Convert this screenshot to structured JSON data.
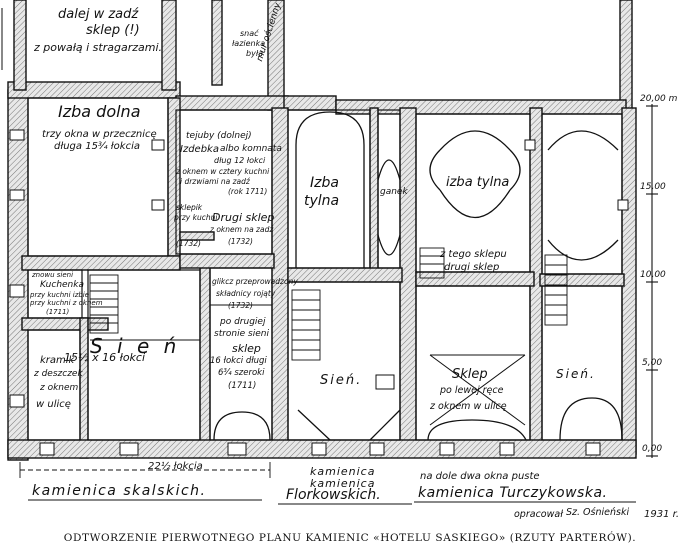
{
  "labels": {
    "dalej_w_zadz": "dalej w zadź",
    "sklep_q": "sklep (!)",
    "z_powala": "z powałą i stragarzami.",
    "snac": "snać",
    "lazienka": "łazienka",
    "byla": "była",
    "mur_ascienny": "mur ościenny",
    "izba_dolna": "Izba dolna",
    "trzy_okna_1": "trzy okna w przecznicę",
    "trzy_okna_2": "długa 15¾ łokcia",
    "tejuby": "tejuby (dolnej)",
    "izdebka": "Izdebka",
    "albo_komnata": "albo komnata",
    "dlug_12": "dług 12 łokci",
    "z_oknem_kuchni": "z oknem w cztery kuchni",
    "i_drzwiami": "i drzwiami na zadź",
    "rok_1711a": "(rok 1711)",
    "drugi_sklep": "Drugi sklep",
    "z_oknem_na_zadz": "z oknem na zadź",
    "rok_1732a": "(1732)",
    "sklepik": "sklepik",
    "przy_kuchni": "przy kuchni",
    "rok_1732b": "(1732)",
    "kuchenka_1": "znowu sieni",
    "kuchenka_2": "Kuchenka",
    "kuchenka_3": "przy kuchni izbie",
    "kuchenka_4": "przy kuchni z oknem",
    "rok_1711b": "(1711)",
    "glikcz_1": "glikcz przeprowadzony",
    "glikcz_2": "składnicy rojąty",
    "rok_1732c": "(1732)",
    "sien_left": "S i e ń",
    "sien_dims": "15½ x 16 łokci",
    "kramik": "kramik",
    "z_deszczek": "z deszczek",
    "z_oknem": "z oknem",
    "w_ulice": "w ulicę",
    "po_drugiej_1": "po drugiej",
    "po_drugiej_2": "stronie sieni",
    "po_drugiej_3": "sklep",
    "po_drugiej_4": "16 łokci długi",
    "po_drugiej_5": "6¾ szeroki",
    "rok_1711c": "(1711)",
    "izba_tylna_1": "Izba",
    "izba_tylna_2": "tylna",
    "ganek": "ganek",
    "sien_mid": "Sień.",
    "izba_tylna_right": "izba tylna",
    "z_tego_sklepu_1": "z tego sklepu",
    "z_tego_sklepu_2": "drugi sklep",
    "sklep_right": "Sklep",
    "po_lewej": "po lewej ręce",
    "z_oknem_ulice": "z oknem w ulicę",
    "sien_right": "Sień.",
    "dim_left": "22½ łokcia",
    "kamienica_1": "kamienica",
    "kamienica_2": "kamienica",
    "na_dole": "na dole dwa okna puste",
    "skalskich": "kamienica skalskich.",
    "florkowskich": "Florkowskich.",
    "turczykowska": "kamienica Turczykowska.",
    "opracowal": "opracował",
    "author": "Sz. Ośnieński",
    "year": "1931 r.",
    "caption": "ODTWORZENIE PIERWOTNEGO PLANU KAMIENIC «HOTELU SASKIEGO» (RZUTY PARTERÓW)."
  },
  "scale": {
    "ticks": [
      "20,00 m",
      "15,00",
      "10,00",
      "5,00",
      "0,00"
    ],
    "values_m": [
      20,
      15,
      10,
      5,
      0
    ]
  }
}
